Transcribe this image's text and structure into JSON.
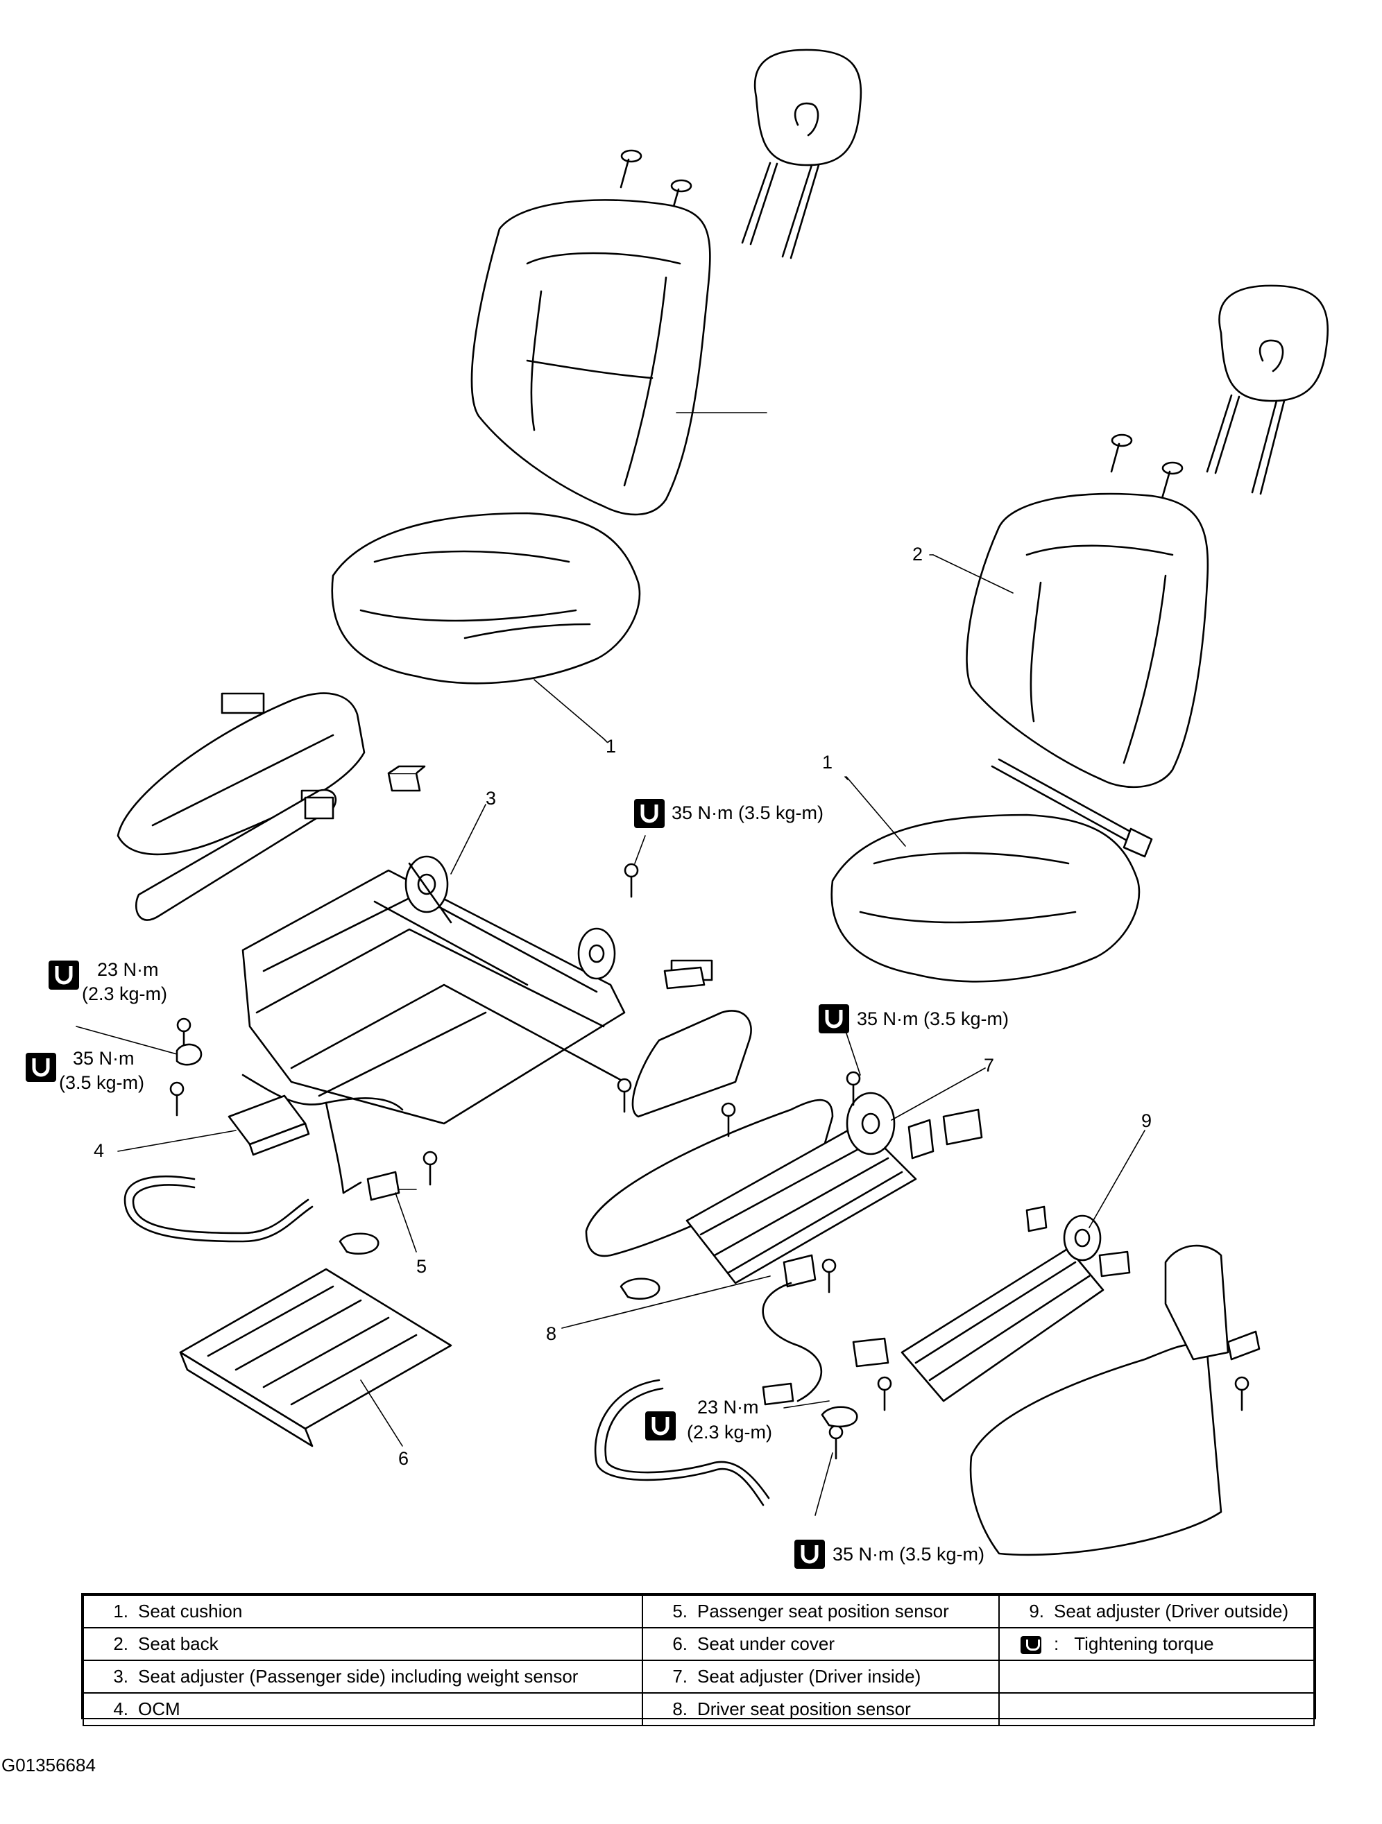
{
  "callouts": {
    "n1a": "1",
    "n2": "2",
    "n1b": "1",
    "n3": "3",
    "n4": "4",
    "n5": "5",
    "n6": "6",
    "n7": "7",
    "n8": "8",
    "n9": "9"
  },
  "torque": {
    "t35_upper_center": "35 N·m (3.5 kg-m)",
    "t23_left_a": "23 N·m",
    "t23_left_b": "(2.3 kg-m)",
    "t35_left_a": "35 N·m",
    "t35_left_b": "(3.5 kg-m)",
    "t35_right_mid": "35 N·m (3.5 kg-m)",
    "t23_right_a": "23 N·m",
    "t23_right_b": "(2.3 kg-m)",
    "t35_bottom": "35 N·m (3.5 kg-m)"
  },
  "legend": {
    "rows": [
      [
        {
          "n": "1.",
          "t": "Seat cushion"
        },
        {
          "n": "5.",
          "t": "Passenger seat position sensor"
        },
        {
          "n": "9.",
          "t": "Seat adjuster (Driver outside)"
        }
      ],
      [
        {
          "n": "2.",
          "t": "Seat back"
        },
        {
          "n": "6.",
          "t": "Seat under cover"
        },
        {
          "n": ":",
          "t": "Tightening torque"
        }
      ],
      [
        {
          "n": "3.",
          "t": "Seat adjuster (Passenger side) including weight sensor"
        },
        {
          "n": "7.",
          "t": "Seat adjuster (Driver inside)"
        },
        {
          "n": "",
          "t": ""
        }
      ],
      [
        {
          "n": "4.",
          "t": "OCM"
        },
        {
          "n": "8.",
          "t": "Driver seat position sensor"
        },
        {
          "n": "",
          "t": ""
        }
      ]
    ]
  },
  "image_id": "G01356684",
  "icons": {
    "torque": "torque-wrench-icon"
  }
}
